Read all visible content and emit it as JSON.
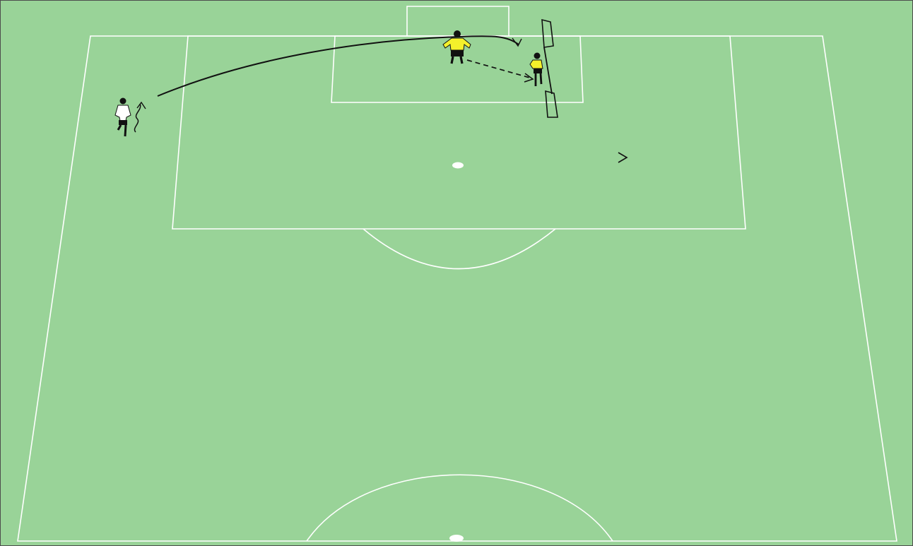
{
  "diagram": {
    "colors": {
      "pitch": "#99D398",
      "lines": "#FFFFFF",
      "arrows": "#111111",
      "goalkeeper_shirt": "#F4F02B",
      "attacker_shirt": "#FFFFFF",
      "shorts": "#111111"
    },
    "players": [
      {
        "role": "attacker",
        "team": "white"
      },
      {
        "role": "goalkeeper",
        "team": "yellow"
      },
      {
        "role": "defender",
        "team": "yellow"
      }
    ],
    "movements": [
      {
        "type": "cross",
        "style": "solid-curved",
        "from": "attacker",
        "to": "near-post"
      },
      {
        "type": "run",
        "style": "dashed",
        "from": "goalkeeper",
        "to": "defender"
      },
      {
        "type": "dribble",
        "style": "wavy",
        "from": "attacker"
      }
    ],
    "equipment": [
      {
        "type": "mini-goal",
        "position": "upper"
      },
      {
        "type": "mini-goal",
        "position": "lower"
      },
      {
        "type": "cone-marker",
        "shape": ">"
      }
    ]
  }
}
